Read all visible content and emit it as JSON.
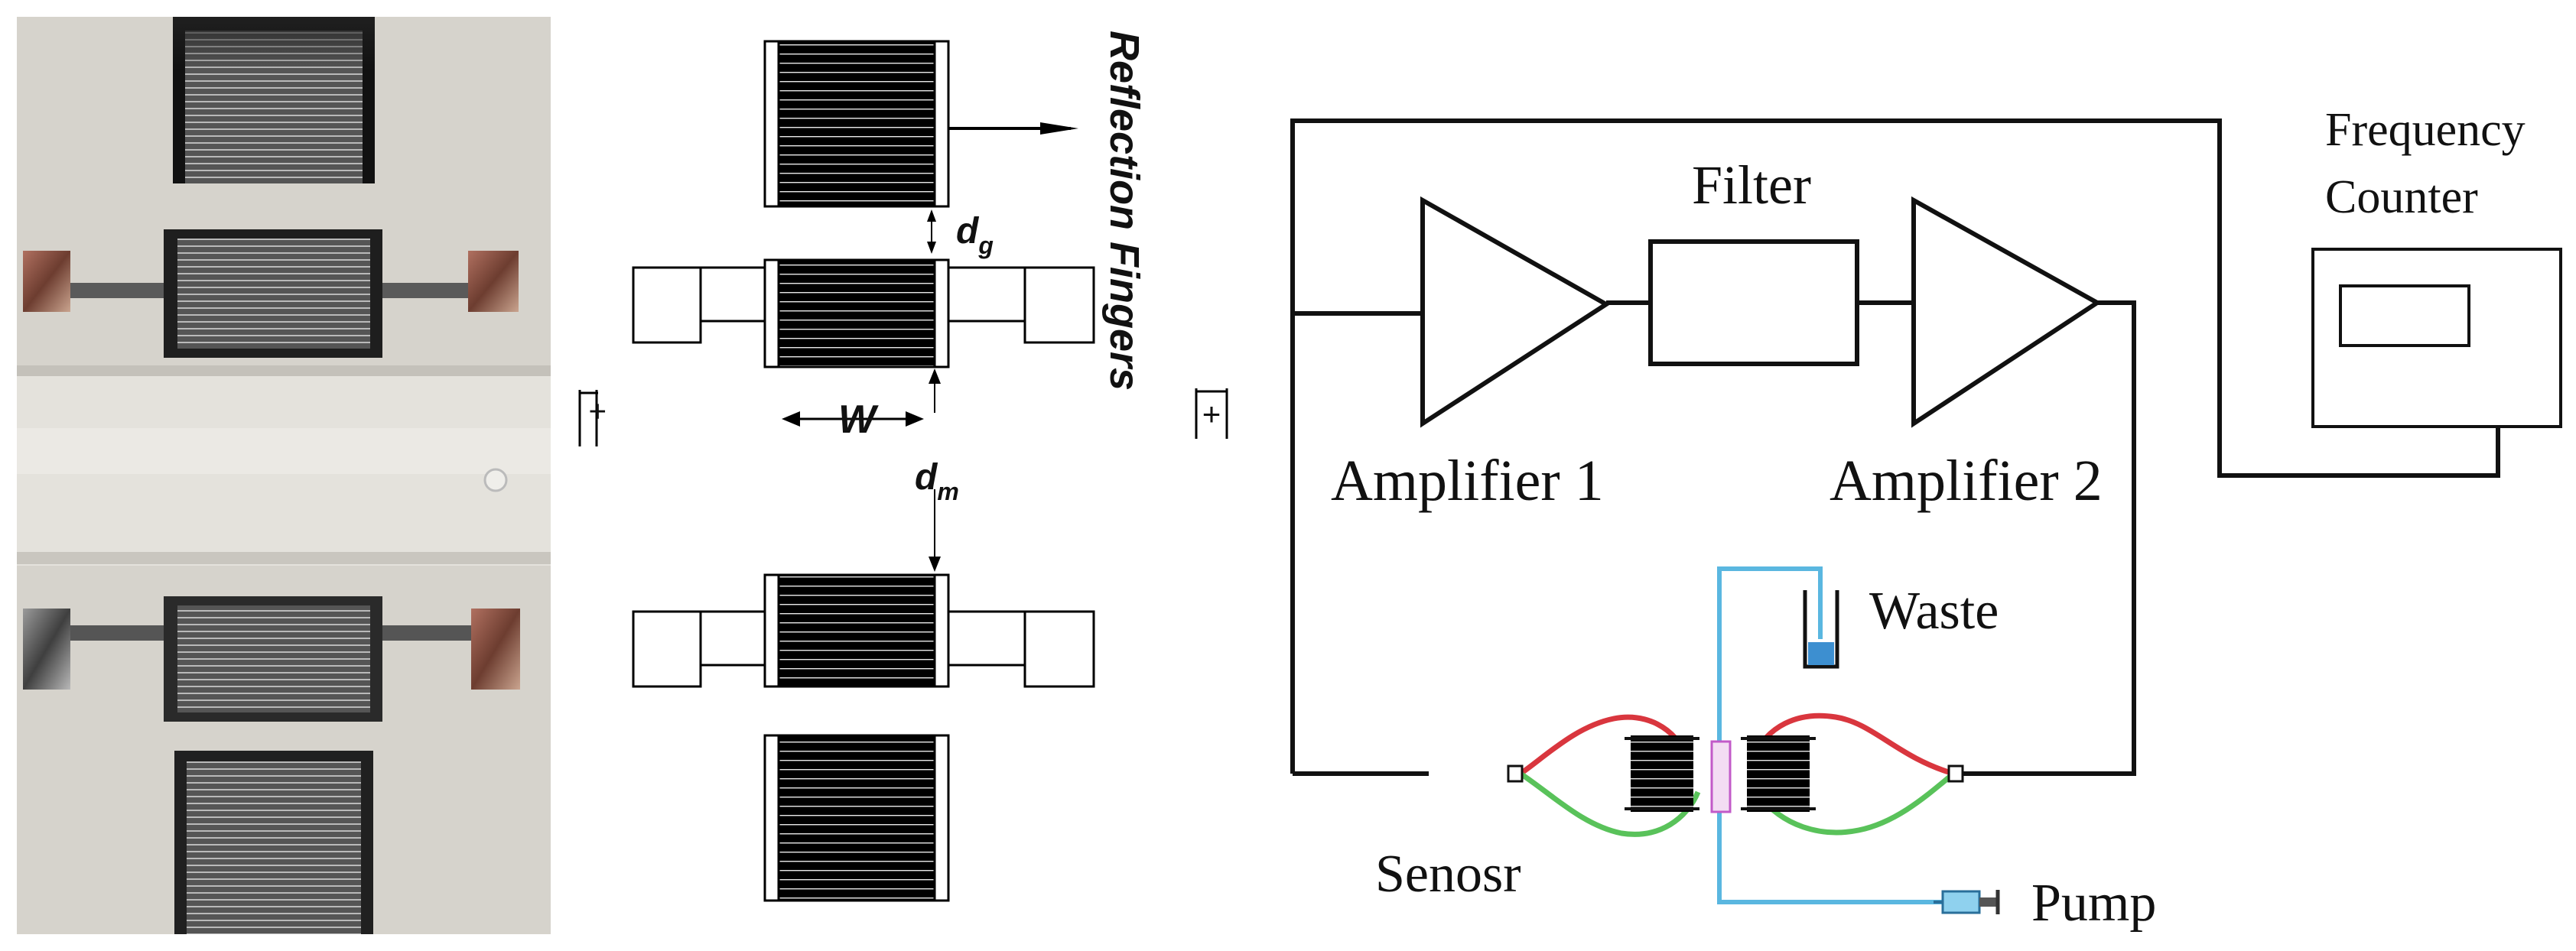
{
  "panel_b": {
    "labels": {
      "reflection_fingers": "Reflection Fingers",
      "dg_main": "d",
      "dg_sub": "g",
      "dm_main": "d",
      "dm_sub": "m",
      "width": "W",
      "plus_marker": "+"
    }
  },
  "panel_c": {
    "labels": {
      "frequency_counter_line1": "Frequency",
      "frequency_counter_line2": "Counter",
      "filter": "Filter",
      "amplifier_1": "Amplifier 1",
      "amplifier_2": "Amplifier 2",
      "waste": "Waste",
      "sensor": "Senosr",
      "pump": "Pump",
      "plus_marker": "+"
    }
  },
  "colors": {
    "wire": "#111111",
    "tube_blue": "#5ab7e0",
    "red_lead": "#d9363e",
    "green_lead": "#59c25a",
    "panel_a_bg": "#d6d3cc"
  }
}
